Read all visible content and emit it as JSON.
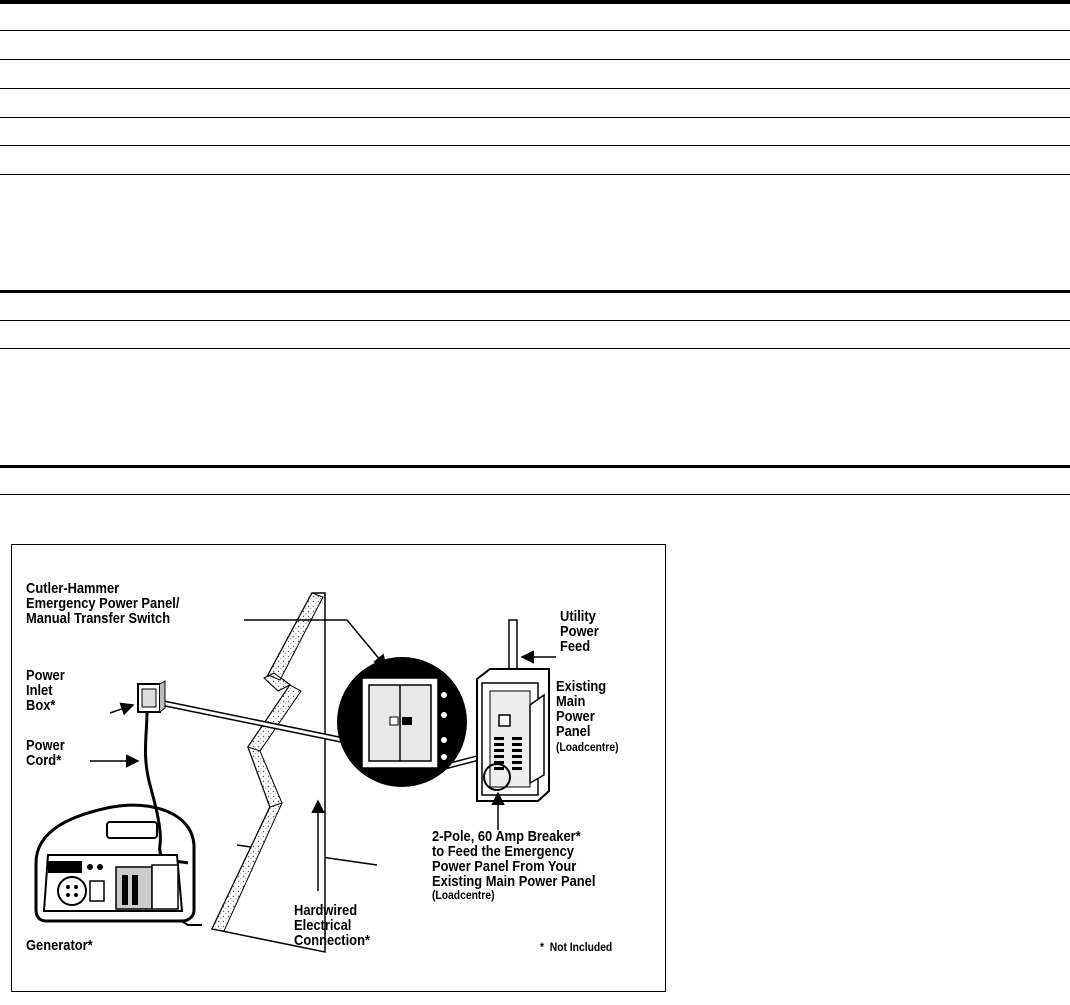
{
  "figure": {
    "labels": {
      "emergency_panel": "Cutler-Hammer\nEmergency Power Panel/\nManual Transfer Switch",
      "utility_feed": "Utility\nPower\nFeed",
      "inlet_box": "Power\nInlet\nBox*",
      "existing_panel": "Existing\nMain\nPower\nPanel",
      "existing_panel_sub": "(Loadcentre)",
      "power_cord": "Power\nCord*",
      "breaker": "2-Pole, 60 Amp Breaker*\nto Feed the Emergency\nPower Panel From Your\nExisting Main Power Panel",
      "breaker_sub": "(Loadcentre)",
      "hardwired": "Hardwired\nElectrical\nConnection*",
      "generator": "Generator*",
      "not_included": "*  Not Included"
    }
  }
}
